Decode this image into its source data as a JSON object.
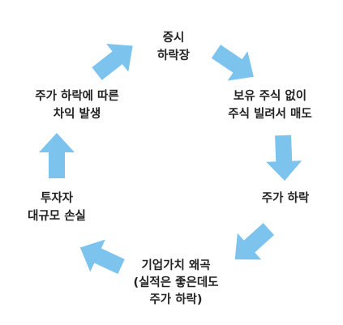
{
  "diagram": {
    "nodes": [
      {
        "id": "node-1",
        "lines": [
          "증시",
          "하락장"
        ]
      },
      {
        "id": "node-2",
        "lines": [
          "보유 주식 없이",
          "주식 빌려서 매도"
        ]
      },
      {
        "id": "node-3",
        "lines": [
          "주가 하락"
        ]
      },
      {
        "id": "node-4",
        "lines": [
          "기업가치 왜곡",
          "(실적은 좋은데도",
          "주가 하락)"
        ]
      },
      {
        "id": "node-5",
        "lines": [
          "투자자",
          "대규모 손실"
        ]
      },
      {
        "id": "node-6",
        "lines": [
          "주가 하락에 따른",
          "차익 발생"
        ]
      }
    ],
    "arrow_color": "#7cc3ee",
    "flow": "clockwise"
  }
}
